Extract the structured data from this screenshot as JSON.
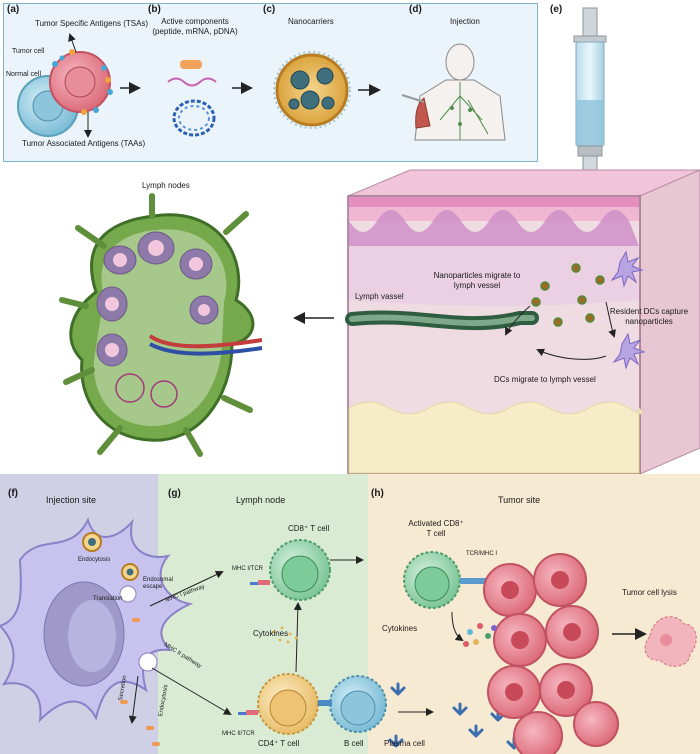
{
  "panel_a": {
    "letter": "(a)",
    "tsa_label": "Tumor Specific Antigens (TSAs)",
    "tumor_cell_label": "Tumor cell",
    "normal_cell_label": "Normal cell",
    "taa_label": "Tumor Associated Antigens (TAAs)"
  },
  "panel_b": {
    "letter": "(b)",
    "title": "Active components",
    "subtitle": "(peptide, mRNA, pDNA)"
  },
  "panel_c": {
    "letter": "(c)",
    "title": "Nanocarriers"
  },
  "panel_d": {
    "letter": "(d)",
    "title": "Injection"
  },
  "panel_e": {
    "letter": "(e)",
    "lymph_nodes_title": "Lymph nodes",
    "lymph_vessel_label": "Lymph vassel",
    "migrate_line1": "Nanoparticles migrate to",
    "migrate_line2": "lymph vessel",
    "capture_line1": "Resident DCs capture",
    "capture_line2": "nanoparticles",
    "dc_migrate": "DCs migrate to lymph vessel"
  },
  "panel_f": {
    "letter": "(f)",
    "title": "Injection site",
    "endocytosis_top": "Endocytosis",
    "endosomal_1": "Endosomal",
    "endosomal_2": "escape",
    "translation": "Translation",
    "mhc1_pathway": "MHC I pathway",
    "mhc2_pathway": "MHC II pathway",
    "secretion": "Secretion",
    "endocytosis_bottom": "Endocytosis"
  },
  "panel_g": {
    "letter": "(g)",
    "title": "Lymph node",
    "cd8_label": "CD8⁺ T cell",
    "mhc1_tcr": "MHC I/TCR",
    "cytokines": "Cytokines",
    "mhc2_tcr": "MHC II/TCR",
    "cd4_label": "CD4⁺ T cell",
    "b_cell": "B cell",
    "plasma_cell": "Plasma cell"
  },
  "panel_h": {
    "letter": "(h)",
    "title": "Tumor site",
    "activated_1": "Activated CD8⁺",
    "activated_2": "T cell",
    "tcr_mhc1": "TCR/MHC I",
    "cytokines": "Cytokines",
    "lysis": "Tumor cell lysis"
  },
  "colors": {
    "top_bg": "#eaf4fa",
    "top_border": "#7fb3c9",
    "f_bg": "#cfcfe6",
    "g_bg": "#d9ecd3",
    "h_bg": "#f7ead2",
    "skin_pink": "#e9b6cf",
    "dermis": "#efd9e3",
    "fat": "#f6ecc7",
    "node_green": "#74a44a",
    "tumor_red": "#e57a86",
    "t_cell_green": "#9fd8b4",
    "cd4_yellow": "#f4d596",
    "b_cell_blue": "#a9d6ea"
  }
}
